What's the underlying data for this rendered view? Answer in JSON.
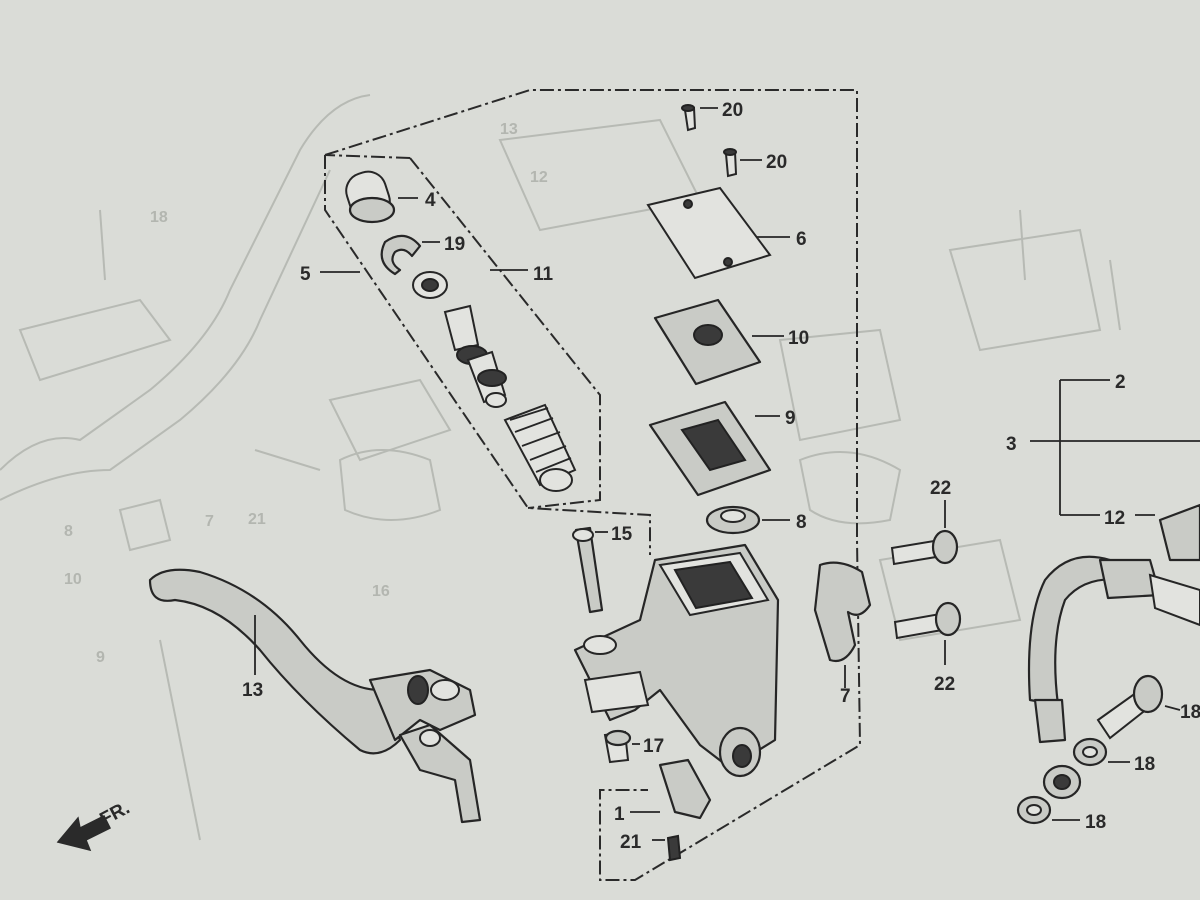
{
  "callouts": [
    {
      "id": "20a",
      "text": "20"
    },
    {
      "id": "20b",
      "text": "20"
    },
    {
      "id": "4",
      "text": "4"
    },
    {
      "id": "19",
      "text": "19"
    },
    {
      "id": "6",
      "text": "6"
    },
    {
      "id": "5",
      "text": "5"
    },
    {
      "id": "11",
      "text": "11"
    },
    {
      "id": "10",
      "text": "10"
    },
    {
      "id": "9",
      "text": "9"
    },
    {
      "id": "2",
      "text": "2"
    },
    {
      "id": "3",
      "text": "3"
    },
    {
      "id": "22a",
      "text": "22"
    },
    {
      "id": "22b",
      "text": "22"
    },
    {
      "id": "8",
      "text": "8"
    },
    {
      "id": "12",
      "text": "12"
    },
    {
      "id": "15",
      "text": "15"
    },
    {
      "id": "7",
      "text": "7"
    },
    {
      "id": "13",
      "text": "13"
    },
    {
      "id": "17",
      "text": "17"
    },
    {
      "id": "18a",
      "text": "18"
    },
    {
      "id": "18b",
      "text": "18"
    },
    {
      "id": "18c",
      "text": "18"
    },
    {
      "id": "1",
      "text": "1"
    },
    {
      "id": "21",
      "text": "21"
    }
  ],
  "front_marker": {
    "text": "FR."
  },
  "ghost_labels": {
    "g13": "13",
    "g18": "18",
    "g8": "8",
    "g10": "10",
    "g9": "9",
    "g7": "7",
    "g16": "16",
    "g21": "21",
    "g12": "12"
  }
}
